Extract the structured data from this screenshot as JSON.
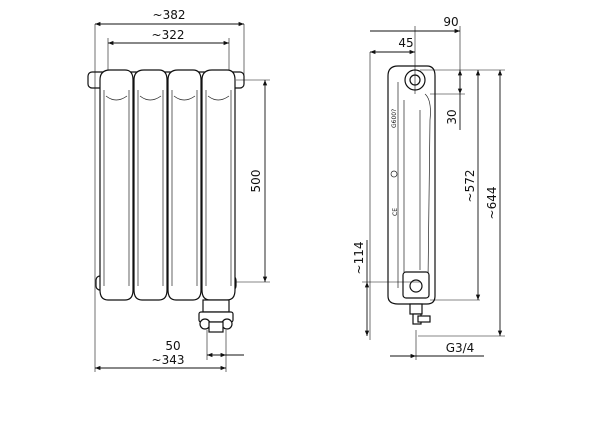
{
  "front_view": {
    "dim_overall_width": "~382",
    "dim_axis_width": "~322",
    "dim_height_500": "500",
    "dim_50": "50",
    "dim_bottom_width": "~343"
  },
  "side_view": {
    "dim_90": "90",
    "dim_45": "45",
    "dim_30": "30",
    "dim_572": "~572",
    "dim_644": "~644",
    "dim_114": "~114",
    "dim_thread": "G3/4",
    "body_label_top": "G600?",
    "body_label_ce": "CE"
  }
}
